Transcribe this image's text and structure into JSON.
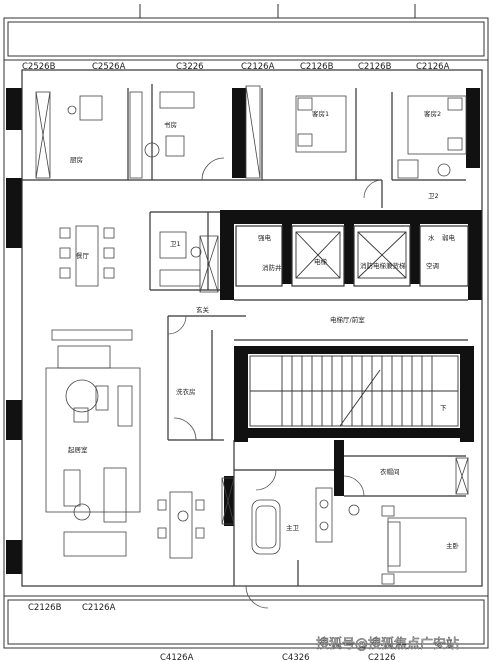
{
  "window_codes_top": [
    "C2526B",
    "C2526A",
    "C3226",
    "C2126A",
    "C2126B",
    "C2126B",
    "C2126A"
  ],
  "window_codes_bottom_left": [
    "C2126B",
    "C2126A"
  ],
  "window_codes_bottom": [
    "C4126A",
    "C4326"
  ],
  "window_codes_bottom_partial": "C2126",
  "rooms": {
    "kitchen": "厨房",
    "study": "书房",
    "guest1": "客房1",
    "guest2": "客房2",
    "wc2": "卫2",
    "wc1": "卫1",
    "dining": "餐厅",
    "entrance": "玄关",
    "laundry": "洗衣房",
    "living": "起居室",
    "master_bath": "主卫",
    "closet": "衣帽间",
    "master_bed": "主卧",
    "elevator_hall": "电梯厅/前室",
    "shaft_elec": "强电",
    "shaft_fire": "消防井",
    "shaft_weak": "弱电",
    "shaft_water": "水",
    "shaft_hvac": "空调",
    "elevator": "电梯",
    "fire_elevator": "消防电梯兼货梯",
    "stair_down": "下"
  },
  "watermark": "搜狐号@搜狐焦点广安站"
}
